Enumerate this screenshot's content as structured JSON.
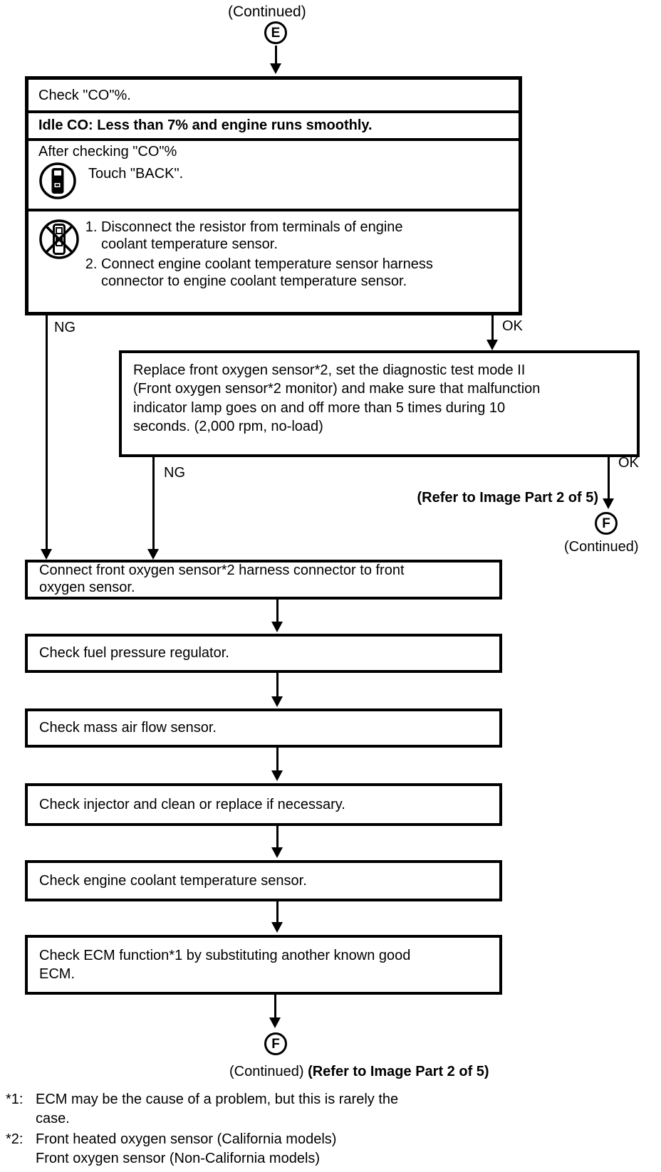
{
  "connectors": {
    "continued_top": "(Continued)",
    "e_letter": "E",
    "f_letter": "F"
  },
  "branch_labels": {
    "ng": "NG",
    "ok": "OK"
  },
  "box1": {
    "check_co": "Check \"CO\"%.",
    "idle_spec": "Idle CO: Less than 7% and engine runs smoothly.",
    "after_checking": "After checking \"CO\"%",
    "touch_back": "Touch \"BACK\".",
    "steps": [
      "Disconnect the resistor from terminals of engine coolant temperature sensor.",
      "Connect engine coolant temperature sensor harness connector to engine coolant temperature sensor."
    ]
  },
  "box_replace_sensor": "Replace front oxygen sensor*2, set the diagnostic test mode II (Front oxygen sensor*2 monitor) and make sure that malfunction indicator lamp goes on and off more than 5 times during 10 seconds. (2,000 rpm, no-load)",
  "refer_note_right": "(Refer to Image Part 2 of 5)",
  "continued_right": "(Continued)",
  "box_connect_sensor": "Connect front oxygen sensor*2 harness connector to front oxygen sensor.",
  "box_fuel_pressure": "Check fuel pressure regulator.",
  "box_mass_air_flow": "Check mass air flow sensor.",
  "box_injector": "Check injector and clean or replace if necessary.",
  "box_coolant_sensor": "Check engine coolant temperature sensor.",
  "box_ecm": "Check ECM function*1 by substituting another known good ECM.",
  "bottom": {
    "continued": "(Continued) ",
    "refer": "(Refer to Image Part 2 of 5)"
  },
  "footnotes": {
    "fn1_label": "*1:",
    "fn1_text": "ECM may be the cause of a problem, but this is rarely the case.",
    "fn2_label": "*2:",
    "fn2_line1": "Front heated oxygen sensor (California models)",
    "fn2_line2": "Front oxygen sensor (Non-California models)"
  }
}
